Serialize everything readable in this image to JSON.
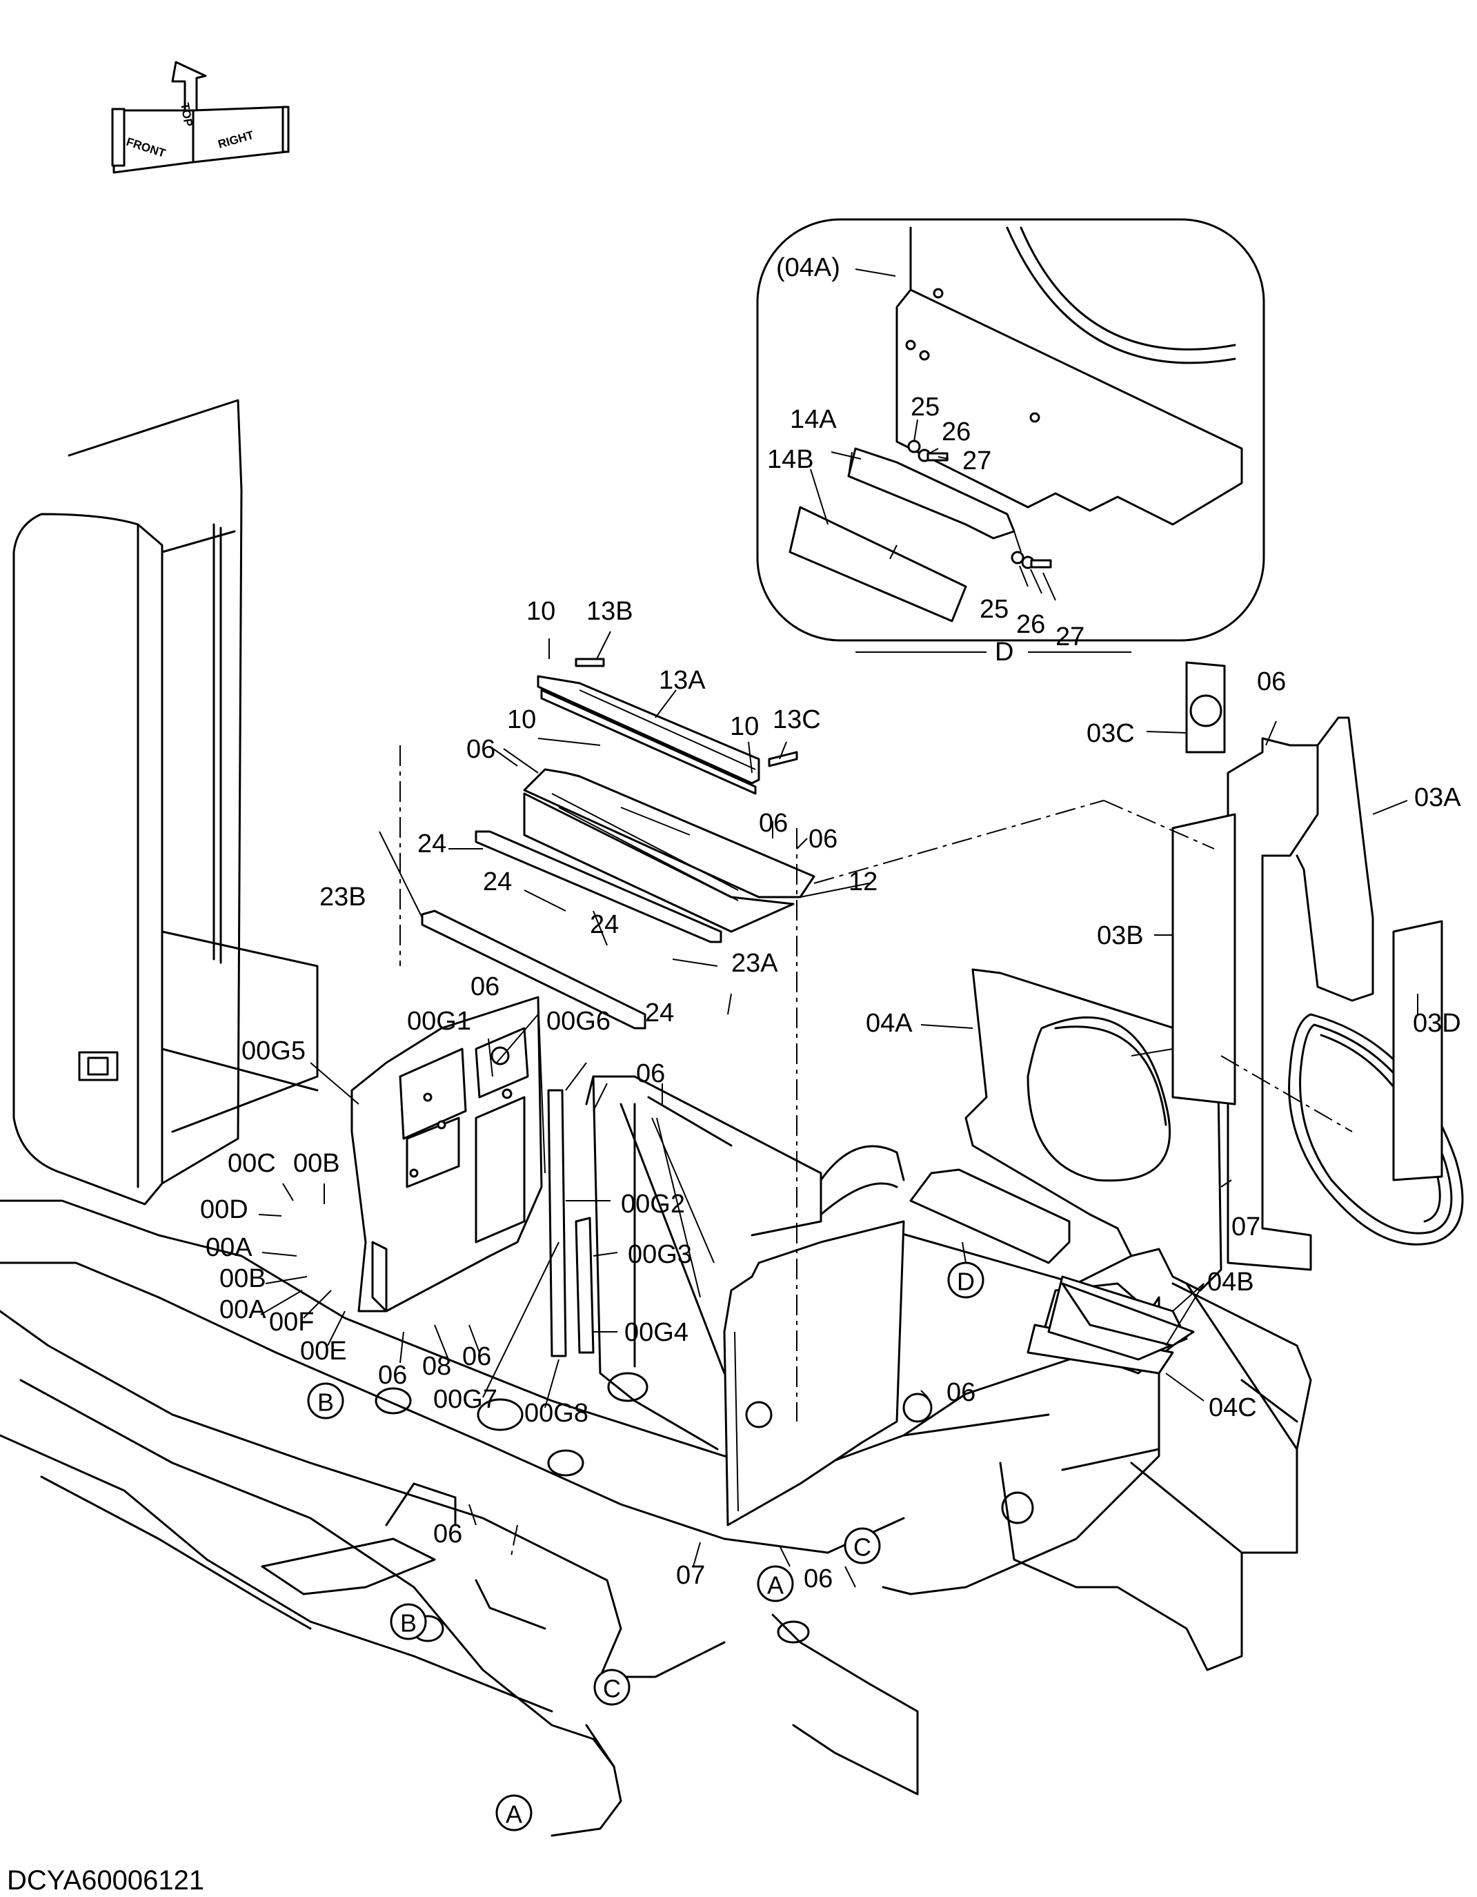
{
  "orientation": {
    "front": "FRONT",
    "top": "TOP",
    "right": "RIGHT"
  },
  "drawing_code": "DCYA60006121",
  "detail": {
    "name": "D",
    "labels": [
      "(04A)",
      "25",
      "26",
      "27",
      "14A",
      "14B",
      "25",
      "26",
      "27"
    ]
  },
  "part_labels": [
    "10",
    "13B",
    "13A",
    "10",
    "10",
    "13C",
    "06",
    "06",
    "06",
    "12",
    "24",
    "24",
    "23B",
    "24",
    "24",
    "23A",
    "06",
    "00G1",
    "00G6",
    "00G5",
    "06",
    "00C",
    "00B",
    "00D",
    "00A",
    "00B",
    "00A",
    "00F",
    "00E",
    "06",
    "08",
    "06",
    "00G7",
    "00G8",
    "00G2",
    "00G3",
    "00G4",
    "06",
    "06",
    "07",
    "06",
    "03C",
    "06",
    "03A",
    "03B",
    "03D",
    "04A",
    "07",
    "04B",
    "04C"
  ],
  "callouts": [
    "A",
    "A",
    "B",
    "B",
    "C",
    "C",
    "D"
  ]
}
